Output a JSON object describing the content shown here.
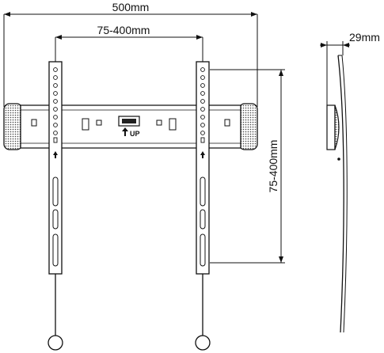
{
  "dimensions": {
    "overall_width": "500mm",
    "hole_spacing_horizontal": "75-400mm",
    "hole_spacing_vertical": "75-400mm",
    "depth": "29mm"
  },
  "bracket": {
    "up_label": "UP"
  },
  "colors": {
    "line": "#111111",
    "fill": "#ffffff",
    "hatch": "#555555"
  }
}
